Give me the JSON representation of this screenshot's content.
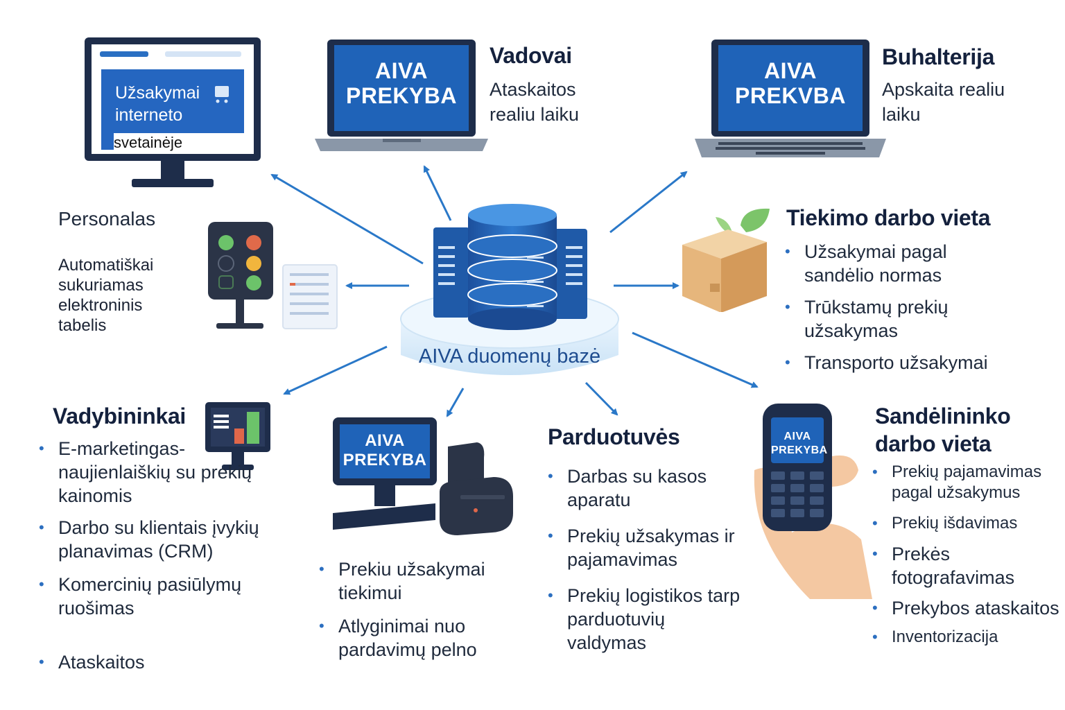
{
  "center": {
    "label": "AIVA duomenų bazė",
    "icon": "database-server-icon"
  },
  "website": {
    "screen_lines": [
      "Užsakymai",
      "interneto",
      "svetainėje"
    ],
    "icon": "monitor-icon"
  },
  "managers": {
    "title": "Vadovai",
    "desc": [
      "Ataskaitos",
      "realiu laiku"
    ],
    "screen": [
      "AIVA",
      "PREKYBA"
    ],
    "icon": "laptop-icon"
  },
  "accounting": {
    "title": "Buhalterija",
    "desc": [
      "Apskaita realiu",
      "laiku"
    ],
    "screen": [
      "AIVA",
      "PREKVBA"
    ],
    "icon": "laptop-icon"
  },
  "staff": {
    "title": "Personalas",
    "desc": [
      "Automatiškai",
      "sukuriamas",
      "elektroninis",
      "tabelis"
    ],
    "icon": "time-clock-terminal-icon"
  },
  "supply": {
    "title": "Tiekimo darbo vieta",
    "items": [
      "Užsakymai  pagal sandėlio normas",
      "Trūkstamų prekių užsakymas",
      "Transporto užsakymai"
    ],
    "icon": "package-box-icon"
  },
  "sales_managers": {
    "title": "Vadybininkai",
    "items": [
      "E-marketingas- naujienlaiškių su prekių kainomis",
      "Darbo su klientais  įvykių planavimas (CRM)",
      "Komercinių pasiūlymų ruošimas",
      "Ataskaitos"
    ],
    "icon": "dashboard-monitor-icon"
  },
  "pos": {
    "screen": [
      "AIVA",
      "PREKYBA"
    ],
    "items": [
      "Prekiu užsakymai tiekimui",
      "Atlyginimai nuo pardavimų pelno"
    ],
    "icon": "pos-terminal-icon"
  },
  "shops": {
    "title": "Parduotuvės",
    "items": [
      "Darbas su kasos aparatu",
      "Prekių užsakymas ir pajamavimas",
      "Prekių logistikos tarp parduotuvių valdymas"
    ]
  },
  "warehouse": {
    "title_lines": [
      "Sandėlininko",
      "darbo vieta"
    ],
    "screen": [
      "AIVA",
      "PREKYBA"
    ],
    "items": [
      "Prekių pajamavimas pagal užsakymus",
      "Prekių išdavimas",
      "Prekės fotografavimas",
      "Prekybos ataskaitos",
      "Inventorizacija"
    ],
    "icon": "handheld-scanner-icon"
  },
  "colors": {
    "accent": "#2a78c8",
    "heading": "#14213d",
    "screen": "#1f63b8"
  }
}
